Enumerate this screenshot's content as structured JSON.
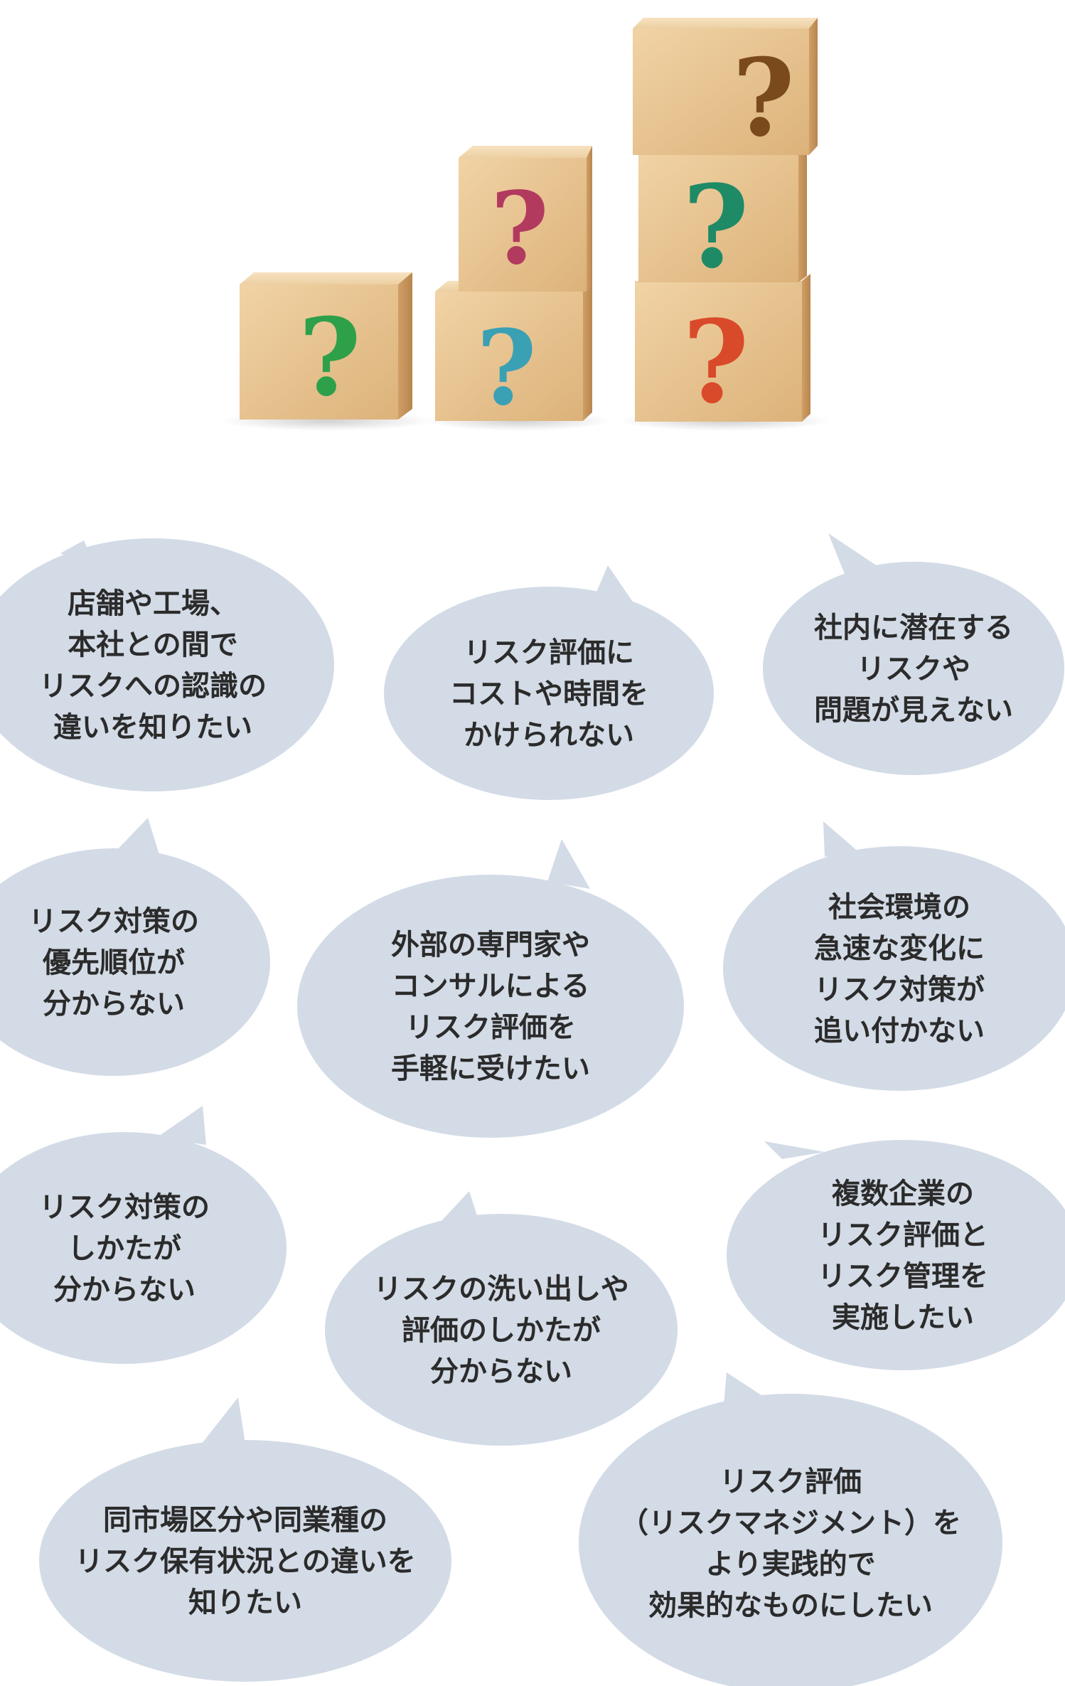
{
  "blocks": [
    {
      "id": "block-left",
      "qmark_color": "#2ea04a"
    },
    {
      "id": "block-middle-bottom",
      "qmark_color": "#3aa0b4"
    },
    {
      "id": "block-middle-top",
      "qmark_color": "#b23a5e"
    },
    {
      "id": "block-right-bottom",
      "qmark_color": "#d94a2a"
    },
    {
      "id": "block-right-middle",
      "qmark_color": "#1f8a66"
    },
    {
      "id": "block-right-top",
      "qmark_color": "#7a4a1c"
    }
  ],
  "bubble_color": "#d3dbe6",
  "bubbles": [
    {
      "id": "bubble-store-factory",
      "lines": [
        "店舗や工場、",
        "本社との間で",
        "リスクへの認識の",
        "違いを知りたい"
      ]
    },
    {
      "id": "bubble-cost-time",
      "lines": [
        "リスク評価に",
        "コストや時間を",
        "かけられない"
      ]
    },
    {
      "id": "bubble-hidden-risk",
      "lines": [
        "社内に潜在する",
        "リスクや",
        "問題が見えない"
      ]
    },
    {
      "id": "bubble-priority",
      "lines": [
        "リスク対策の",
        "優先順位が",
        "分からない"
      ]
    },
    {
      "id": "bubble-external-expert",
      "lines": [
        "外部の専門家や",
        "コンサルによる",
        "リスク評価を",
        "手軽に受けたい"
      ]
    },
    {
      "id": "bubble-social-change",
      "lines": [
        "社会環境の",
        "急速な変化に",
        "リスク対策が",
        "追い付かない"
      ]
    },
    {
      "id": "bubble-how-to-countermeasure",
      "lines": [
        "リスク対策の",
        "しかたが",
        "分からない"
      ]
    },
    {
      "id": "bubble-identify-evaluate",
      "lines": [
        "リスクの洗い出しや",
        "評価のしかたが",
        "分からない"
      ]
    },
    {
      "id": "bubble-multiple-companies",
      "lines": [
        "複数企業の",
        "リスク評価と",
        "リスク管理を",
        "実施したい"
      ]
    },
    {
      "id": "bubble-market-industry",
      "lines": [
        "同市場区分や同業種の",
        "リスク保有状況との違いを",
        "知りたい"
      ]
    },
    {
      "id": "bubble-risk-management",
      "lines": [
        "リスク評価",
        "（リスクマネジメント）を",
        "より実践的で",
        "効果的なものにしたい"
      ]
    }
  ]
}
